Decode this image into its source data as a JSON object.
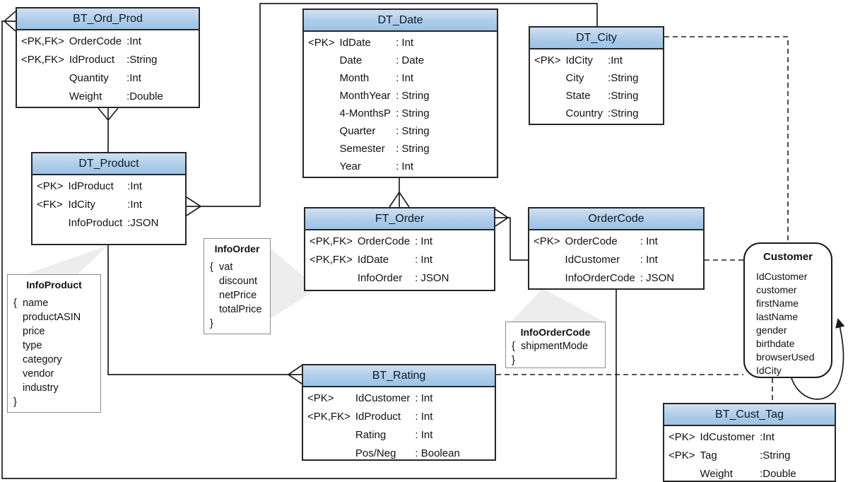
{
  "colors": {
    "header_top": "#cfe0f3",
    "header_bottom": "#9cc2e5",
    "table_border": "#262626",
    "connector_line": "#1f1f1f",
    "annotation_border": "#8c8c8c",
    "callout_fill": "#ededed"
  },
  "tables": {
    "bt_ord_prod": {
      "title": "BT_Ord_Prod",
      "rows": [
        {
          "k": "<PK,FK>",
          "n": "OrderCode",
          "t": ":Int"
        },
        {
          "k": "<PK,FK>",
          "n": "IdProduct",
          "t": ":String"
        },
        {
          "k": "",
          "n": "Quantity",
          "t": ":Int"
        },
        {
          "k": "",
          "n": "Weight",
          "t": ":Double"
        }
      ]
    },
    "dt_date": {
      "title": "DT_Date",
      "rows": [
        {
          "k": "<PK>",
          "n": "IdDate",
          "t": ": Int"
        },
        {
          "k": "",
          "n": "Date",
          "t": ": Date"
        },
        {
          "k": "",
          "n": "Month",
          "t": ": Int"
        },
        {
          "k": "",
          "n": "MonthYear",
          "t": ": String"
        },
        {
          "k": "",
          "n": "4-MonthsP",
          "t": ": String"
        },
        {
          "k": "",
          "n": "Quarter",
          "t": ": String"
        },
        {
          "k": "",
          "n": "Semester",
          "t": ": String"
        },
        {
          "k": "",
          "n": "Year",
          "t": ": Int"
        }
      ]
    },
    "dt_city": {
      "title": "DT_City",
      "rows": [
        {
          "k": "<PK>",
          "n": "IdCity",
          "t": ":Int"
        },
        {
          "k": "",
          "n": "City",
          "t": ":String"
        },
        {
          "k": "",
          "n": "State",
          "t": ":String"
        },
        {
          "k": "",
          "n": "Country",
          "t": ":String"
        }
      ]
    },
    "dt_product": {
      "title": "DT_Product",
      "rows": [
        {
          "k": "<PK>",
          "n": "IdProduct",
          "t": ":Int"
        },
        {
          "k": "<FK>",
          "n": "IdCity",
          "t": ":Int"
        },
        {
          "k": "",
          "n": "InfoProduct",
          "t": ":JSON"
        }
      ]
    },
    "ft_order": {
      "title": "FT_Order",
      "rows": [
        {
          "k": "<PK,FK>",
          "n": "OrderCode",
          "t": ": Int"
        },
        {
          "k": "<PK,FK>",
          "n": "IdDate",
          "t": ": Int"
        },
        {
          "k": "",
          "n": "InfoOrder",
          "t": ": JSON"
        }
      ]
    },
    "order_code": {
      "title": "OrderCode",
      "rows": [
        {
          "k": "<PK>",
          "n": "OrderCode",
          "t": ": Int"
        },
        {
          "k": "",
          "n": "IdCustomer",
          "t": ": Int"
        },
        {
          "k": "",
          "n": "InfoOrderCode",
          "t": ": JSON"
        }
      ]
    },
    "bt_rating": {
      "title": "BT_Rating",
      "rows": [
        {
          "k": "<PK>",
          "n": "IdCustomer",
          "t": ": Int"
        },
        {
          "k": "<PK,FK>",
          "n": "IdProduct",
          "t": ": Int"
        },
        {
          "k": "",
          "n": "Rating",
          "t": ": Int"
        },
        {
          "k": "",
          "n": "Pos/Neg",
          "t": ": Boolean"
        }
      ]
    },
    "bt_cust_tag": {
      "title": "BT_Cust_Tag",
      "rows": [
        {
          "k": "<PK>",
          "n": "IdCustomer",
          "t": ":Int"
        },
        {
          "k": "<PK>",
          "n": "Tag",
          "t": ":String"
        },
        {
          "k": "",
          "n": "Weight",
          "t": ":Double"
        }
      ]
    }
  },
  "annotations": {
    "info_product": {
      "title": "InfoProduct",
      "open": "{",
      "close": "}",
      "items": [
        "name",
        "productASIN",
        "price",
        "type",
        "category",
        "vendor",
        "industry"
      ]
    },
    "info_order": {
      "title": "InfoOrder",
      "open": "{",
      "close": "}",
      "items": [
        "vat",
        "discount",
        "netPrice",
        "totalPrice"
      ]
    },
    "info_order_code": {
      "title": "InfoOrderCode",
      "open": "{",
      "close": "}",
      "items": [
        "shipmentMode"
      ]
    }
  },
  "customer": {
    "title": "Customer",
    "fields": [
      "IdCustomer",
      "customer",
      "firstName",
      "lastName",
      "gender",
      "birthdate",
      "browserUsed",
      "IdCity"
    ]
  }
}
